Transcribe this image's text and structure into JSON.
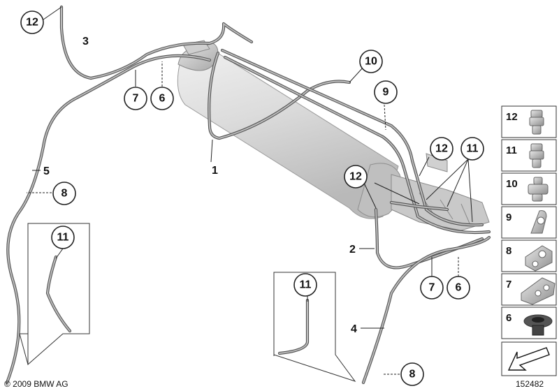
{
  "diagram": {
    "callouts": [
      {
        "id": "c12-top",
        "label": "12"
      },
      {
        "id": "c7-left",
        "label": "7"
      },
      {
        "id": "c6-left",
        "label": "6"
      },
      {
        "id": "c10",
        "label": "10"
      },
      {
        "id": "c9",
        "label": "9"
      },
      {
        "id": "c12-mid",
        "label": "12"
      },
      {
        "id": "c11-mid",
        "label": "11"
      },
      {
        "id": "c12-tank",
        "label": "12"
      },
      {
        "id": "c8-left",
        "label": "8"
      },
      {
        "id": "c11-inset-left",
        "label": "11"
      },
      {
        "id": "c7-bottom",
        "label": "7"
      },
      {
        "id": "c6-bottom",
        "label": "6"
      },
      {
        "id": "c11-inset-bottom",
        "label": "11"
      },
      {
        "id": "c8-bottom",
        "label": "8"
      }
    ],
    "plain_labels": [
      {
        "id": "l3",
        "label": "3"
      },
      {
        "id": "l1",
        "label": "1"
      },
      {
        "id": "l5",
        "label": "5"
      },
      {
        "id": "l2",
        "label": "2"
      },
      {
        "id": "l4",
        "label": "4"
      }
    ],
    "legend": {
      "items": [
        {
          "number": "12",
          "icon": "quick-connector-12-icon"
        },
        {
          "number": "11",
          "icon": "quick-connector-11-icon"
        },
        {
          "number": "10",
          "icon": "pipe-connector-10-icon"
        },
        {
          "number": "9",
          "icon": "pipe-clip-9-icon"
        },
        {
          "number": "8",
          "icon": "pipe-holder-8-icon"
        },
        {
          "number": "7",
          "icon": "double-pipe-holder-7-icon"
        },
        {
          "number": "6",
          "icon": "grommet-6-icon"
        }
      ],
      "arrow_icon": "direction-arrow-icon"
    },
    "copyright": "© 2009 BMW AG",
    "diagram_number": "152482"
  }
}
